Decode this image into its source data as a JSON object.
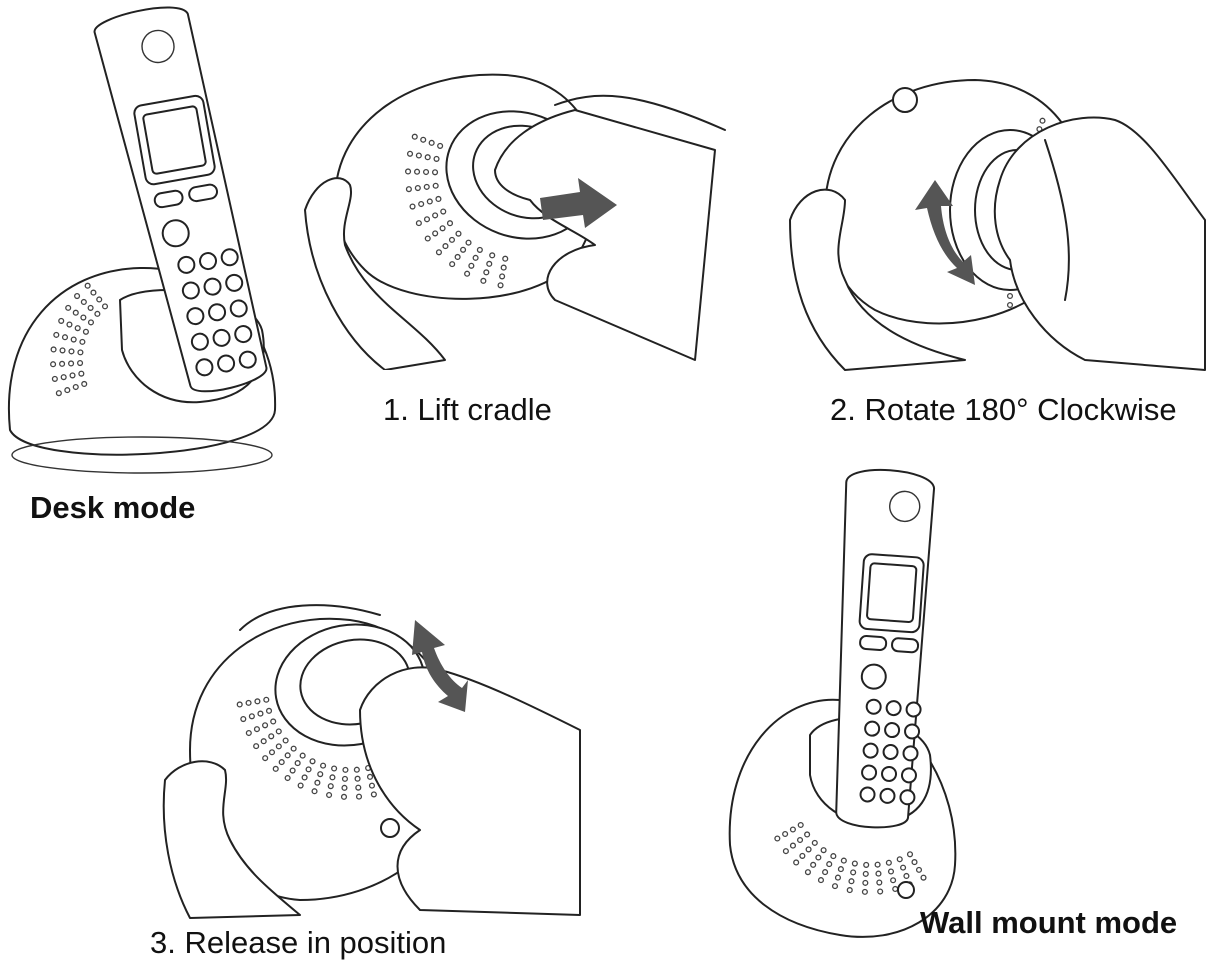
{
  "captions": {
    "desk_mode": "Desk mode",
    "step1": "1. Lift cradle",
    "step2": "2. Rotate 180° Clockwise",
    "step3": "3. Release in position",
    "wall_mode": "Wall mount mode"
  },
  "colors": {
    "line": "#222222",
    "arrow": "#555555",
    "background": "#ffffff"
  },
  "icons": [
    "handset-illustration",
    "base-illustration",
    "hand-illustration",
    "right-arrow-icon",
    "rotate-arrow-icon"
  ]
}
